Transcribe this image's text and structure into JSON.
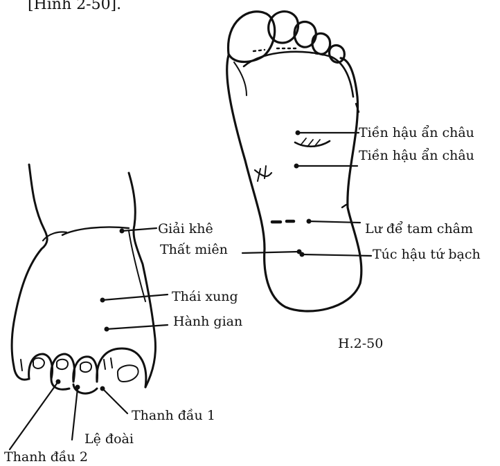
{
  "header_text": "[Hình 2-50].",
  "figure_caption": "H.2-50",
  "sole_labels": [
    "Tiền hậu ẩn châu",
    "Tiền hậu ẩn châu",
    "Lư để tam châm",
    "Thất miên",
    "Túc hậu tứ bạch"
  ],
  "dorsum_labels": [
    "Giải khê",
    "Thái xung",
    "Hành gian",
    "Thanh đầu 1",
    "Lệ đoài",
    "Thanh đầu 2"
  ]
}
